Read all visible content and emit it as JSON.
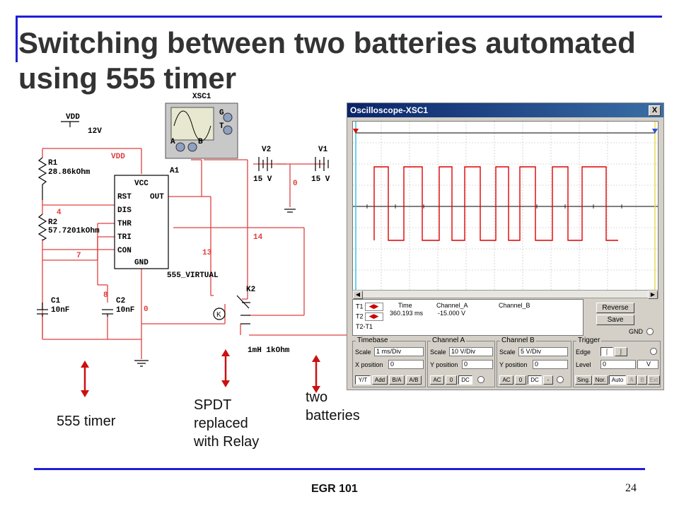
{
  "slide": {
    "title": "Switching between two batteries automated using 555 timer",
    "footer": "EGR 101",
    "page_number": "24"
  },
  "annotations": {
    "timer": "555 timer",
    "relay": "SPDT\nreplaced\nwith Relay",
    "batteries": "two\nbatteries"
  },
  "schematic": {
    "scope_name": "XSC1",
    "vdd_label": "VDD",
    "vdd_value": "12V",
    "vdd_net": "VDD",
    "r1_name": "R1",
    "r1_value": "28.86kOhm",
    "r2_name": "R2",
    "r2_value": "57.7201kOhm",
    "c1_name": "C1",
    "c1_value": "10nF",
    "c2_name": "C2",
    "c2_value": "10nF",
    "chip_name": "A1",
    "chip_model": "555_VIRTUAL",
    "pins": [
      "VCC",
      "RST",
      "OUT",
      "DIS",
      "THR",
      "TRI",
      "CON",
      "GND"
    ],
    "v2_name": "V2",
    "v2_value": "15 V",
    "v1_name": "V1",
    "v1_value": "15 V",
    "relay_name": "K2",
    "relay_value": "1mH 1kOhm",
    "nets": {
      "n4": "4",
      "n7": "7",
      "n8": "8",
      "n0a": "0",
      "n0b": "0",
      "n13": "13",
      "n14": "14"
    },
    "scope_pins": {
      "g": "G",
      "t": "T",
      "a": "A",
      "b": "B"
    }
  },
  "oscilloscope": {
    "window_title": "Oscilloscope-XSC1",
    "close_glyph": "X",
    "trace_color": "#e00000",
    "readout": {
      "time_header": "Time",
      "cha_header": "Channel_A",
      "chb_header": "Channel_B",
      "t1": "T1",
      "t2": "T2",
      "t2t1": "T2-T1",
      "time_value": "360.193 ms",
      "cha_value": "-15.000 V"
    },
    "reverse_label": "Reverse",
    "save_label": "Save",
    "gnd_label": "GND",
    "timebase": {
      "title": "Timebase",
      "scale_label": "Scale",
      "scale_value": "1 ms/Div",
      "xpos_label": "X position",
      "xpos_value": "0",
      "modes": [
        "Y/T",
        "Add",
        "B/A",
        "A/B"
      ]
    },
    "channel_a": {
      "title": "Channel A",
      "scale_label": "Scale",
      "scale_value": "10  V/Div",
      "ypos_label": "Y position",
      "ypos_value": "0",
      "coupling": [
        "AC",
        "0",
        "DC"
      ]
    },
    "channel_b": {
      "title": "Channel B",
      "scale_label": "Scale",
      "scale_value": "5  V/Div",
      "ypos_label": "Y position",
      "ypos_value": "0",
      "coupling": [
        "AC",
        "0",
        "DC",
        "-"
      ]
    },
    "trigger": {
      "title": "Trigger",
      "edge_label": "Edge",
      "level_label": "Level",
      "level_value": "0",
      "level_unit": "V",
      "modes": [
        "Sing.",
        "Nor.",
        "Auto",
        "A",
        "B",
        "Ext"
      ]
    }
  }
}
